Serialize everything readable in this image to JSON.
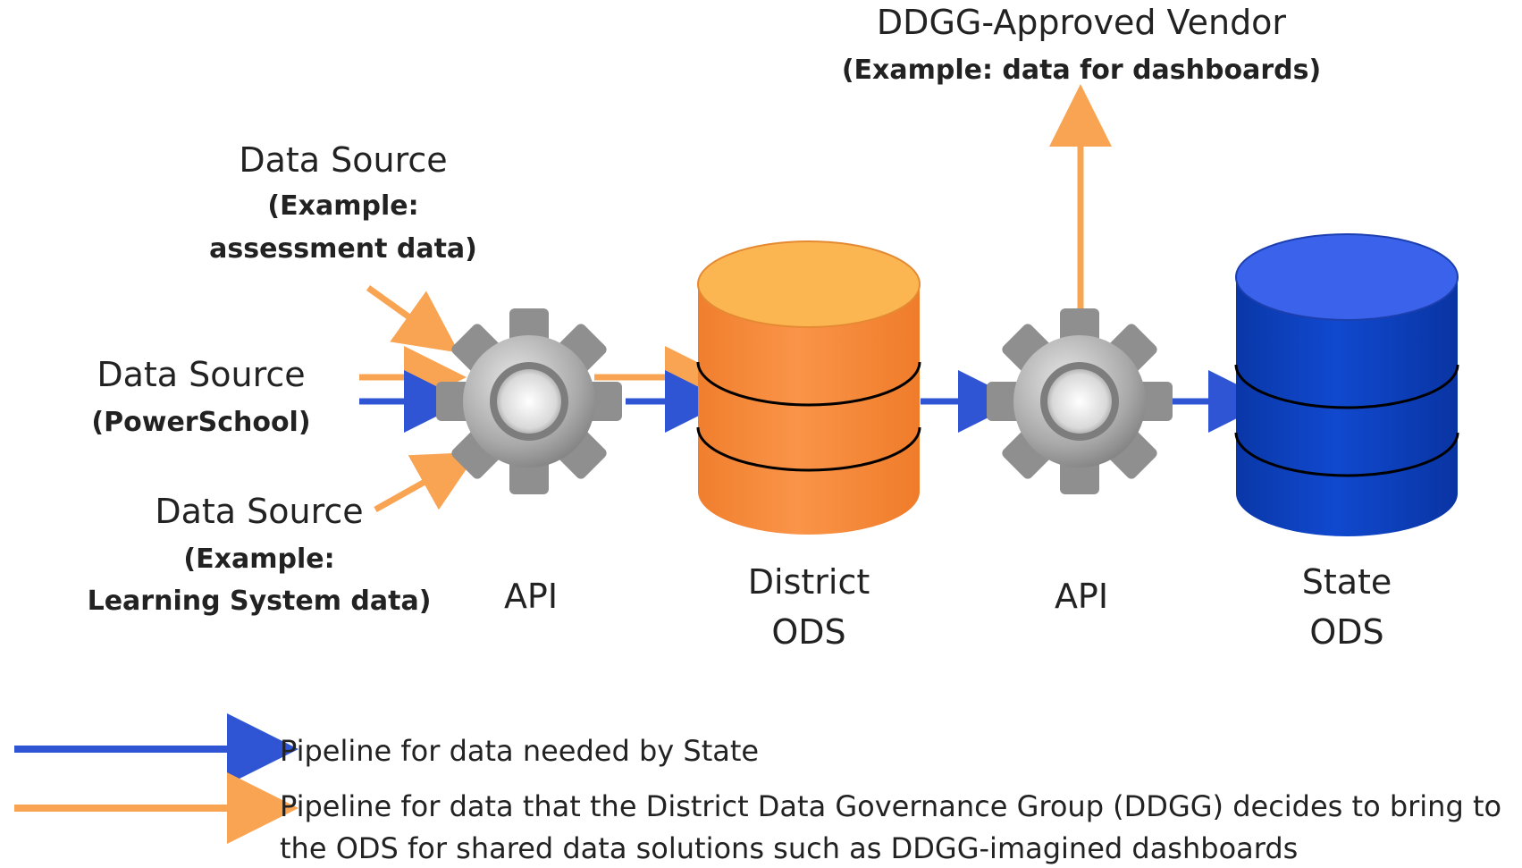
{
  "vendor": {
    "title": "DDGG-Approved Vendor",
    "example": "(Example: data for dashboards)"
  },
  "sources": [
    {
      "title": "Data Source",
      "line2": "(Example:",
      "line3": "assessment data)"
    },
    {
      "title": "Data Source",
      "line2": "(PowerSchool)"
    },
    {
      "title": "Data Source",
      "line2": "(Example:",
      "line3": "Learning System data)"
    }
  ],
  "nodes": {
    "api_1": "API",
    "district_ods": [
      "District",
      "ODS"
    ],
    "api_2": "API",
    "state_ods": [
      "State",
      "ODS"
    ]
  },
  "legend": [
    {
      "color": "#2f55d4",
      "lines": [
        "Pipeline for data needed by State"
      ]
    },
    {
      "color": "#f8a452",
      "lines": [
        "Pipeline for data that the District Data Governance Group (DDGG) decides to bring to",
        "the ODS for shared data solutions such as DDGG-imagined dashboards"
      ]
    }
  ],
  "colors": {
    "state_pipeline": "#2f55d4",
    "district_pipeline": "#f8a452",
    "district_ods_body": "#f68b3d",
    "district_ods_top": "#fbb651",
    "state_ods_body": "#0b3fbf",
    "state_ods_top": "#3a62ea",
    "gear": "#a6a6a6"
  },
  "icons": [
    "gear-icon",
    "database-icon",
    "arrow-icon"
  ]
}
